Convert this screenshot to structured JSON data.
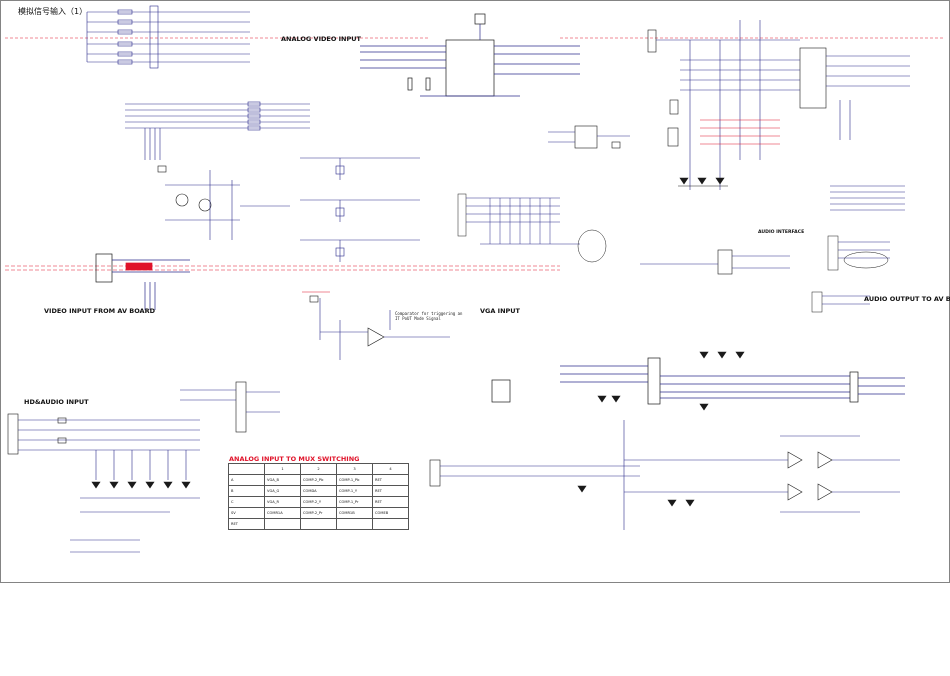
{
  "document": {
    "title": "模拟信号输入（1）"
  },
  "sections": {
    "analog_video_input": "ANALOG VIDEO INPUT",
    "video_input_av_board": "VIDEO INPUT FROM AV BOARD",
    "hd_audio_input": "HD&AUDIO INPUT",
    "vga_input": "VGA INPUT",
    "audio_interface": "AUDIO INTERFACE",
    "audio_output_av_board": "AUDIO OUTPUT TO AV BOARD"
  },
  "notes": {
    "comparator": "Comparator for triggering an",
    "comparator_line2": "IT PoUT Mode Signal"
  },
  "mux_table": {
    "title": "ANALOG INPUT TO MUX SWITCHING",
    "header": [
      "",
      "1",
      "2",
      "3",
      "4"
    ],
    "rows": [
      [
        "A",
        "VGA_B",
        "COMP-2_Pb",
        "COMP-1_Pb",
        "RET"
      ],
      [
        "B",
        "VGA_G",
        "COMDA",
        "COMP-1_Y",
        "RET"
      ],
      [
        "C",
        "VGA_R",
        "COMP-2_Y",
        "COMP-1_Pr",
        "RET"
      ],
      [
        "SV",
        "COMR1A",
        "COMP-2_Pr",
        "COMR1B",
        "COMEB"
      ],
      [
        "RET",
        "",
        "",
        "",
        ""
      ]
    ]
  },
  "colors": {
    "wire": "#2b2b8c",
    "net_label": "#e0132a",
    "component": "#1a1a1a",
    "border": "#555555",
    "highlight": "#e0132a"
  }
}
